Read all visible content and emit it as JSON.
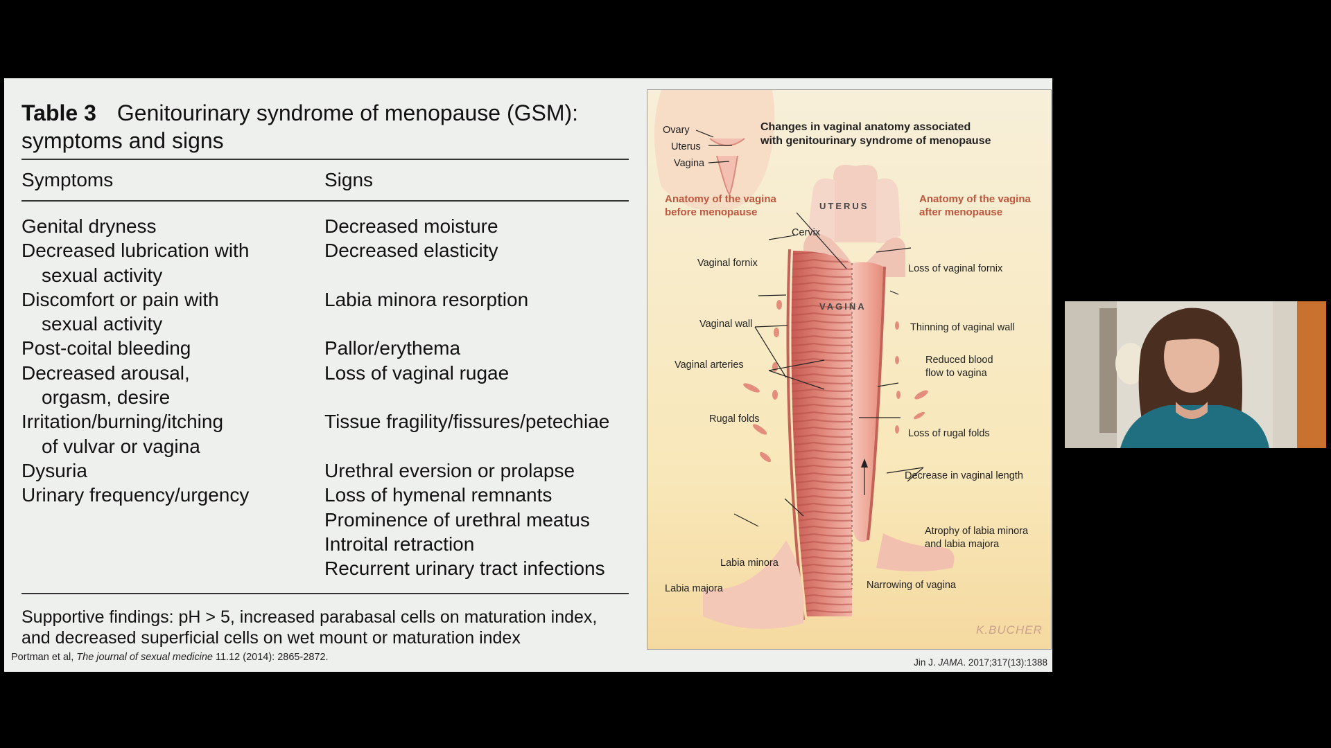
{
  "table": {
    "number": "Table 3",
    "title_line1": "Genitourinary syndrome of menopause (GSM):",
    "title_line2": "symptoms and signs",
    "col_symptoms": "Symptoms",
    "col_signs": "Signs",
    "rows": [
      {
        "symptom": "Genital dryness",
        "symptom_cont": "",
        "signs": [
          "Decreased moisture"
        ]
      },
      {
        "symptom": "Decreased lubrication with",
        "symptom_cont": "sexual activity",
        "signs": [
          "Decreased elasticity"
        ]
      },
      {
        "symptom": "Discomfort or pain with",
        "symptom_cont": "sexual activity",
        "signs": [
          "Labia minora resorption"
        ]
      },
      {
        "symptom": "Post-coital bleeding",
        "symptom_cont": "",
        "signs": [
          "Pallor/erythema"
        ]
      },
      {
        "symptom": "Decreased arousal,",
        "symptom_cont": "orgasm, desire",
        "signs": [
          "Loss of vaginal rugae"
        ]
      },
      {
        "symptom": "Irritation/burning/itching",
        "symptom_cont": "of vulvar or vagina",
        "signs": [
          "Tissue fragility/fissures/petechiae"
        ]
      },
      {
        "symptom": "Dysuria",
        "symptom_cont": "",
        "signs": [
          "Urethral eversion or prolapse"
        ]
      },
      {
        "symptom": "Urinary frequency/urgency",
        "symptom_cont": "",
        "signs": [
          "Loss of hymenal remnants",
          "Prominence of urethral meatus",
          "Introital retraction",
          "Recurrent urinary tract infections"
        ]
      }
    ],
    "footer_line1": "Supportive findings: pH > 5, increased parabasal cells on maturation index,",
    "footer_line2": "and decreased superficial cells on wet mount or maturation index"
  },
  "citation_left": {
    "authors": "Portman et al, ",
    "journal": "The journal of sexual medicine",
    "rest": " 11.12 (2014): 2865-2872."
  },
  "citation_right": {
    "prefix": "Jin J. ",
    "journal": "JAMA",
    "rest": ". 2017;317(13):1388"
  },
  "figure": {
    "title_line1": "Changes in vaginal anatomy associated",
    "title_line2": "with genitourinary syndrome of menopause",
    "before_line1": "Anatomy of the vagina",
    "before_line2": "before menopause",
    "after_line1": "Anatomy of the vagina",
    "after_line2": "after menopause",
    "uterus": "UTERUS",
    "vagina": "VAGINA",
    "ovary": "Ovary",
    "uterus_label": "Uterus",
    "vagina_label": "Vagina",
    "cervix": "Cervix",
    "vaginal_fornix": "Vaginal fornix",
    "vaginal_wall": "Vaginal wall",
    "vaginal_arteries": "Vaginal arteries",
    "rugal_folds": "Rugal folds",
    "labia_minora": "Labia minora",
    "labia_majora": "Labia majora",
    "loss_fornix": "Loss of vaginal fornix",
    "thinning_wall": "Thinning of vaginal wall",
    "reduced_blood_line1": "Reduced blood",
    "reduced_blood_line2": "flow to vagina",
    "loss_rugal": "Loss of rugal folds",
    "decrease_length": "Decrease in vaginal length",
    "atrophy_line1": "Atrophy of labia minora",
    "atrophy_line2": "and labia majora",
    "narrowing": "Narrowing of vagina",
    "signature": "K.BUCHER"
  },
  "colors": {
    "slide_bg": "#eef0ed",
    "figure_bg": "#f6ecd6",
    "tissue": "#d9736b",
    "label_accent": "#c0563d"
  }
}
